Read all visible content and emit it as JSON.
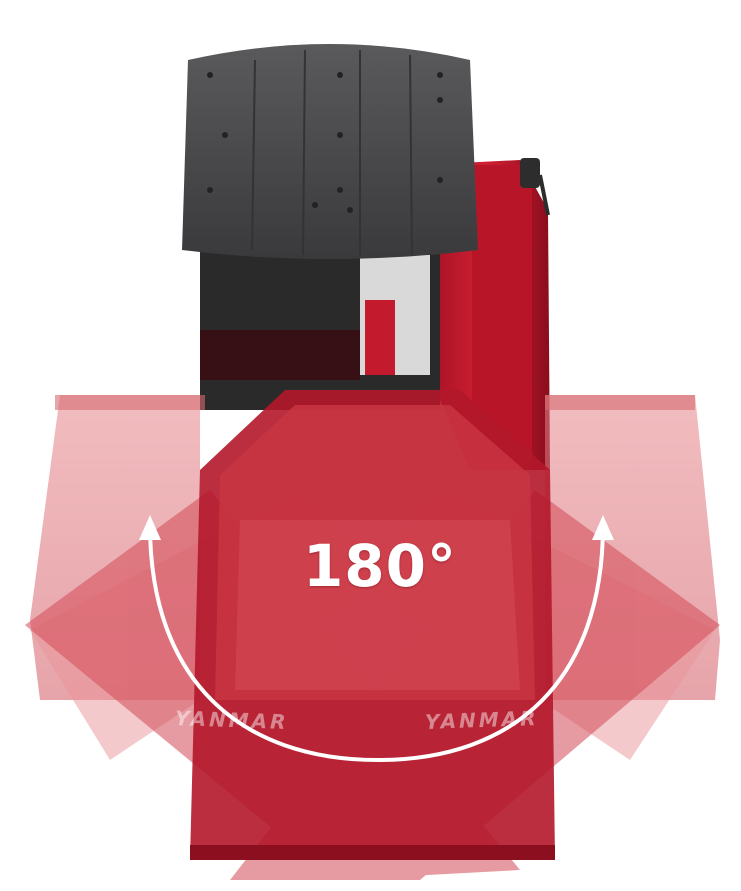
{
  "image": {
    "subject": "compact tracked carrier with swivel dump bed",
    "rotation_label": "180°",
    "brand_marks": [
      "YANMAR",
      "YANMAR"
    ],
    "colors": {
      "body_red": "#c41a2e",
      "body_dark_red": "#8c0f1f",
      "canopy_gray": "#4a4a4c",
      "ghost_bed": "#e07a80",
      "arrow": "#ffffff"
    },
    "icons": [
      "rotation-arc-arrow-icon"
    ]
  }
}
